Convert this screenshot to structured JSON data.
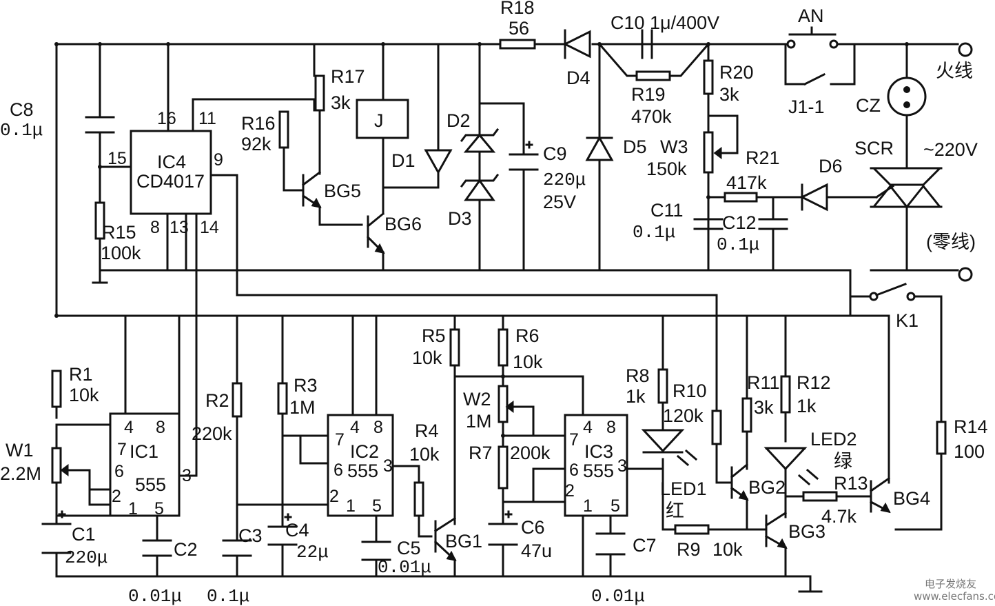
{
  "labels": {
    "R18": "R18",
    "R18v": "56",
    "C10": "C10 1μ/400V",
    "AN": "AN",
    "fire": "火线",
    "zero": "(零线)",
    "v220": "~220V",
    "C8": "C8",
    "C8v": "0.1μ",
    "IC4": "IC4",
    "IC4t": "CD4017",
    "p16": "16",
    "p11": "11",
    "p15": "15",
    "p9": "9",
    "p8": "8",
    "p13": "13",
    "p14": "14",
    "R15": "R15",
    "R15v": "100k",
    "R16": "R16",
    "R16v": "92k",
    "R17": "R17",
    "R17v": "3k",
    "J": "J",
    "BG5": "BG5",
    "BG6": "BG6",
    "D1": "D1",
    "D2": "D2",
    "D3": "D3",
    "D4": "D4",
    "D5": "D5",
    "D6": "D6",
    "C9": "C9",
    "C9v": "220μ",
    "C9v2": "25V",
    "R19": "R19",
    "R19v": "470k",
    "R20": "R20",
    "R20v": "3k",
    "J11": "J1-1",
    "CZ": "CZ",
    "SCR": "SCR",
    "W3": "W3",
    "W3v": "150k",
    "R21": "R21",
    "R21v": "417k",
    "C11": "C11",
    "C11v": "0.1μ",
    "C12": "C12",
    "C12v": "0.1μ",
    "K1": "K1",
    "R1": "R1",
    "R1v": "10k",
    "W1": "W1",
    "W1v": "2.2M",
    "IC1": "IC1",
    "IC1t": "555",
    "C1": "C1",
    "C1v": "220μ",
    "C2": "C2",
    "R2": "R2",
    "R2v": "220k",
    "C3": "C3",
    "R3": "R3",
    "R3v": "1M",
    "IC2": "IC2",
    "IC2t": "555",
    "C4": "C4",
    "C4v": "22μ",
    "R4": "R4",
    "R4v": "10k",
    "C5": "C5",
    "C5v": "0.01μ",
    "BG1": "BG1",
    "R5": "R5",
    "R5v": "10k",
    "R6": "R6",
    "R6v": "10k",
    "W2": "W2",
    "W2v": "1M",
    "R7": "R7",
    "R7v": "200k",
    "C6": "C6",
    "C6v": "47u",
    "IC3": "IC3",
    "IC3t": "555",
    "C7": "C7",
    "R8": "R8",
    "R8v": "1k",
    "R10": "R10",
    "R10v": "120k",
    "LED1": "LED1",
    "LED1c": "红",
    "R9": "R9",
    "R9v": "10k",
    "R11": "R11",
    "R11v": "3k",
    "R12": "R12",
    "R12v": "1k",
    "LED2": "LED2",
    "LED2c": "绿",
    "BG2": "BG2",
    "BG3": "BG3",
    "R13": "R13",
    "R13v": "4.7k",
    "R14": "R14",
    "R14v": "100",
    "BG4": "BG4",
    "b001a": "0.01μ",
    "b01": "0.1μ",
    "b001b": "0.01μ",
    "watermark": "电子发烧友",
    "watermark2": "www.elecfans.com"
  }
}
